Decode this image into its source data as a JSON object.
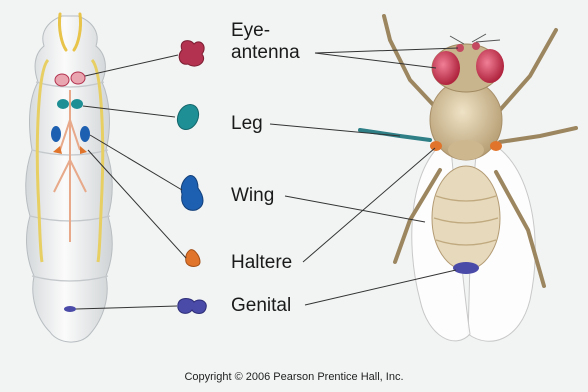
{
  "labels": {
    "eye_antenna_line1": "Eye-",
    "eye_antenna_line2": "antenna",
    "leg": "Leg",
    "wing": "Wing",
    "haltere": "Haltere",
    "genital": "Genital"
  },
  "copyright": "Copyright © 2006 Pearson Prentice Hall, Inc.",
  "colors": {
    "background": "#f2f4f4",
    "eye_antenna_disc": "#b2324f",
    "leg_disc": "#1f8f96",
    "wing_disc": "#1d5fb0",
    "haltere_disc": "#e0742a",
    "genital_disc": "#4a4aa8"
  }
}
